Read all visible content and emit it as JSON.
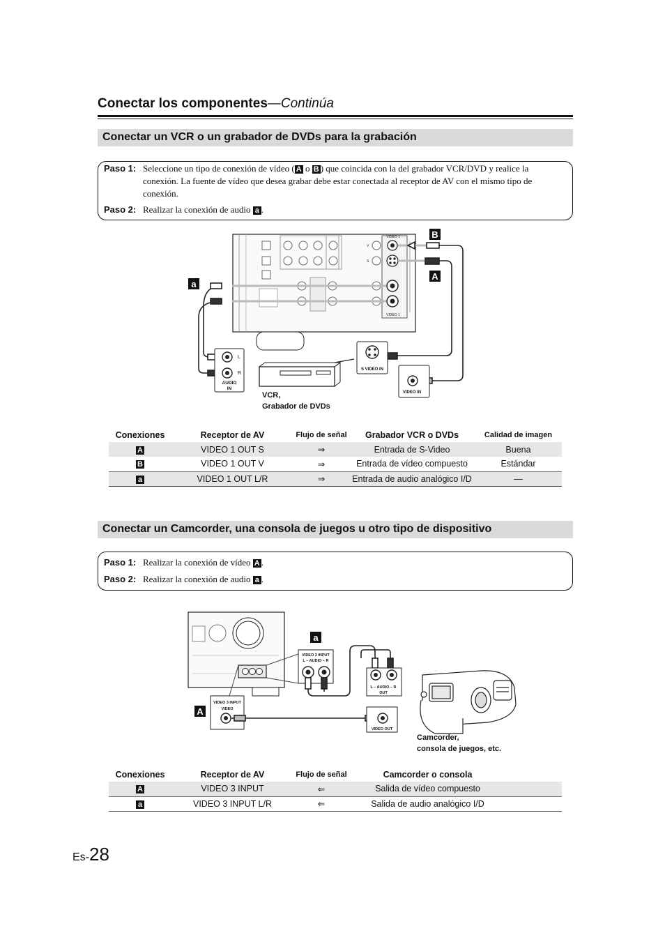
{
  "header": {
    "title": "Conectar los componentes",
    "continued": "—Continúa"
  },
  "section1": {
    "title": "Conectar un VCR o un grabador de DVDs para la grabación",
    "step1": {
      "label": "Paso 1:",
      "text_a": "Seleccione un tipo de conexión de vídeo (",
      "text_b": " o ",
      "text_c": ") que coincida con la del grabador VCR/DVD y realice la conexión. La fuente de vídeo que desea grabar debe estar conectada al receptor de AV con el mismo tipo de conexión."
    },
    "step2": {
      "label": "Paso 2:",
      "text": "Realizar la conexión de audio ",
      "end": "."
    },
    "tags": {
      "A": "A",
      "B": "B",
      "a": "a"
    },
    "diagram": {
      "audio_l": "L",
      "audio_r": "R",
      "audio_in": "AUDIO",
      "audio_in2": "IN",
      "s_video_in": "S VIDEO IN",
      "video_in": "VIDEO IN",
      "device_line1": "VCR,",
      "device_line2": "Grabador de DVDs",
      "panel_video1_top": "VIDEO 1",
      "panel_video1_bottom": "VIDEO 1",
      "panel_v": "V",
      "panel_s": "S"
    },
    "table": {
      "headers": [
        "Conexiones",
        "Receptor de AV",
        "Flujo de señal",
        "Grabador VCR o DVDs",
        "Calidad de imagen"
      ],
      "rows": [
        {
          "tag": "A",
          "receiver": "VIDEO 1 OUT S",
          "flow": "⇒",
          "device": "Entrada de S-Video",
          "quality": "Buena"
        },
        {
          "tag": "B",
          "receiver": "VIDEO 1 OUT V",
          "flow": "⇒",
          "device": "Entrada de vídeo compuesto",
          "quality": "Estándar"
        },
        {
          "tag": "a",
          "receiver": "VIDEO 1 OUT L/R",
          "flow": "⇒",
          "device": "Entrada de audio analógico I/D",
          "quality": "—"
        }
      ]
    }
  },
  "section2": {
    "title": "Conectar un Camcorder, una consola de juegos u otro tipo de dispositivo",
    "step1": {
      "label": "Paso 1:",
      "text": "Realizar la conexión de vídeo ",
      "end": "."
    },
    "step2": {
      "label": "Paso 2:",
      "text": "Realizar la conexión de audio ",
      "end": "."
    },
    "diagram": {
      "video3_input": "VIDEO 3 INPUT",
      "lr_audio": "L – AUDIO – R",
      "video3_input_video_1": "VIDEO 3 INPUT",
      "video3_input_video_2": "VIDEO",
      "cam_audio_1": "L – AUDIO – R",
      "cam_audio_2": "OUT",
      "video_out": "VIDEO OUT",
      "cam_line1": "Camcorder,",
      "cam_line2": "consola de juegos, etc."
    },
    "table": {
      "headers": [
        "Conexiones",
        "Receptor de AV",
        "Flujo de señal",
        "Camcorder o consola"
      ],
      "rows": [
        {
          "tag": "A",
          "receiver": "VIDEO 3 INPUT",
          "flow": "⇐",
          "device": "Salida de vídeo compuesto"
        },
        {
          "tag": "a",
          "receiver": "VIDEO 3 INPUT L/R",
          "flow": "⇐",
          "device": "Salida de audio analógico I/D"
        }
      ]
    }
  },
  "page_number": {
    "prefix": "Es-",
    "number": "28"
  }
}
